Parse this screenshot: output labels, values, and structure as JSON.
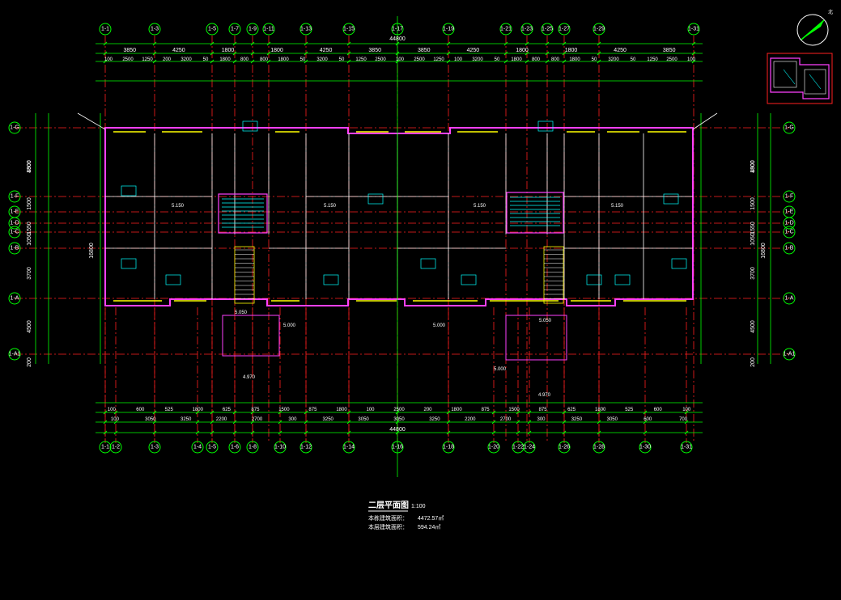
{
  "drawing": {
    "title": "二层平面图",
    "scale": "1:100",
    "area_lines": [
      {
        "label": "本栋建筑面积：",
        "value": "4472.57㎡"
      },
      {
        "label": "本层建筑面积：",
        "value": "594.24㎡"
      }
    ],
    "total_width": "44800",
    "total_depth": "16800"
  },
  "top_axes": [
    "1-1",
    "1-3",
    "1-5",
    "1-7",
    "1-9",
    "1-11",
    "1-13",
    "1-15",
    "1-17",
    "1-19",
    "1-21",
    "1-23",
    "1-25",
    "1-27",
    "1-29",
    "1-31"
  ],
  "bottom_axes": [
    "1-1",
    "1-2",
    "1-3",
    "1-4",
    "1-5",
    "1-6",
    "1-8",
    "1-10",
    "1-12",
    "1-14",
    "1-16",
    "1-18",
    "1-20",
    "1-22",
    "1-24",
    "1-26",
    "1-28",
    "1-30",
    "1-31"
  ],
  "left_axes": [
    "1-G",
    "1-F",
    "1-E",
    "1-D",
    "1-C",
    "1-B",
    "1-A",
    "1-A1"
  ],
  "right_axes": [
    "1-G",
    "1-F",
    "1-E",
    "1-D",
    "1-C",
    "1-B",
    "1-A",
    "1-A1"
  ],
  "dims": {
    "top_row1": [
      "3850",
      "4250",
      "1800",
      "1800",
      "4250",
      "3850",
      "3850",
      "4250",
      "1800",
      "1800",
      "4250",
      "3850"
    ],
    "top_row2": [
      "100",
      "2500",
      "1250",
      "200",
      "3200",
      "50",
      "1800",
      "800",
      "800",
      "1800",
      "50",
      "3200",
      "50",
      "1250",
      "2500",
      "100",
      "2500",
      "1250",
      "100",
      "3200",
      "50",
      "1800",
      "800",
      "800",
      "1800",
      "50",
      "3200",
      "50",
      "1250",
      "2500",
      "100"
    ],
    "left": [
      "1800",
      "4500",
      "1500",
      "1550",
      "1050",
      "3700",
      "4500",
      "200"
    ],
    "bottom_row1": [
      "100",
      "600",
      "525",
      "1800",
      "625",
      "875",
      "1500",
      "875",
      "1800",
      "100",
      "2500",
      "200",
      "1800",
      "875",
      "1500",
      "875",
      "625",
      "1800",
      "525",
      "600",
      "100"
    ],
    "bottom_row2": [
      "100",
      "3050",
      "3250",
      "2200",
      "2700",
      "300",
      "3250",
      "3050",
      "3050",
      "3250",
      "2200",
      "2700",
      "300",
      "3250",
      "3050",
      "600",
      "700"
    ],
    "elevations": [
      "5.150",
      "5.150",
      "5.150",
      "5.150",
      "5.050",
      "5.000",
      "5.050",
      "5.000",
      "5.000",
      "4.970",
      "4.970"
    ]
  },
  "colors": {
    "background": "#000000",
    "axis_line": "#ff2020",
    "dimension": "#00ff00",
    "wall": "#ff40ff",
    "window": "#ffff00",
    "text": "#ffffff",
    "detail": "#00ffff"
  },
  "icons": {
    "north_arrow": "north-arrow-icon",
    "key_plan": "key-plan-icon"
  }
}
